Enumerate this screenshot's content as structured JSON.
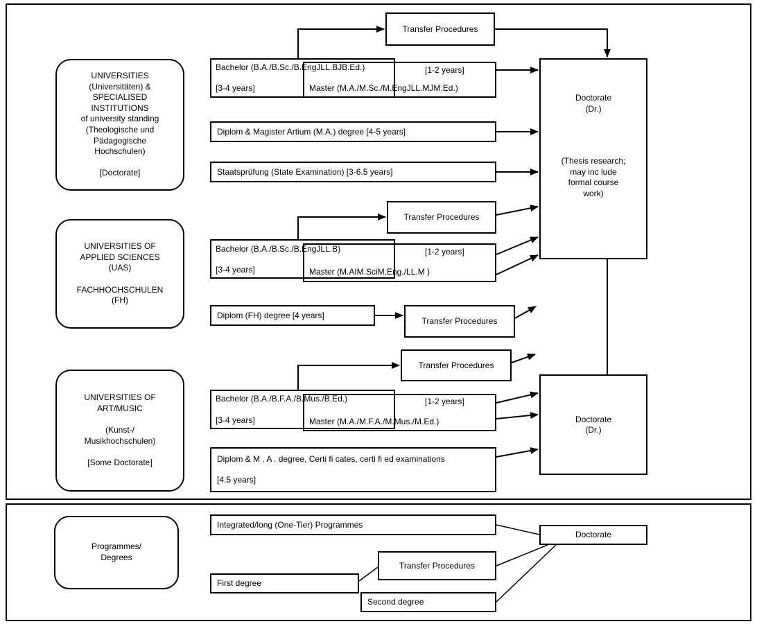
{
  "institutions": {
    "universities": "UNIVERSITIES\n(Universitäten) &\nSPECIALISED\nINSTITUTIONS\nof university standing\n(Theologische und\nPädagogische\nHochschulen)\n\n[Doctorate]",
    "uas": "UNIVERSITIES OF\nAPPLIED SCIENCES\n(UAS)\n\nFACHHOCHSCHULEN\n(FH)",
    "art_music": "UNIVERSITIES OF\nART/MUSIC\n\n(Kunst-/\nMusikhochschulen)\n\n[Some Doctorate]"
  },
  "universities_track": {
    "transfer": "Transfer Procedures",
    "bachelor": "Bachelor (B.A./B.Sc./B.EngJLL.BJB.Ed.)",
    "bachelor_years": "[3-4 years]",
    "master_years": "[1-2 years]",
    "master": "Master (M.A./M.Sc./M.EngJLL.MJM.Ed.)",
    "diplom_magister": "Diplom & Magister Artium (M.A.) degree [4-5 years]",
    "staatspruefung": "Staatsprüfung (State Examination) [3-6.5 years]"
  },
  "uas_track": {
    "transfer": "Transfer Procedures",
    "bachelor": "Bachelor (B.A./B.Sc./B.EngJLL.B)",
    "bachelor_years": "[3-4 years]",
    "master_years": "[1-2 years]",
    "master": "Master (M.AIM.SciM.Eng./LL.M )",
    "diplom_fh": "Diplom (FH) degree [4 years]",
    "transfer2": "Transfer Procedures"
  },
  "art_track": {
    "transfer": "Transfer Procedures",
    "bachelor": "Bachelor (B.A./B.F.A./B.Mus./B.Ed.)",
    "bachelor_years": "[3-4 years]",
    "master_years": "[1-2 years]",
    "master": "Master (M.A./M.F.A./M.Mus./M.Ed.)",
    "diplom_ma": "Diplom & M . A . degree, Certi fi cates, certi fi ed examinations",
    "diplom_ma_years": "[4.5 years]"
  },
  "doctorate_main": {
    "title": "Doctorate\n(Dr.)",
    "note": "(Thesis research;\nmay inc lude\nformal course\nwork)"
  },
  "doctorate_art": {
    "title": "Doctorate\n(Dr.)"
  },
  "legend": {
    "programmes": "Programmes/\nDegrees",
    "integrated": "Integrated/long (One-Tier) Programmes",
    "doctorate": "Doctorate",
    "transfer": "Transfer Procedures",
    "first_degree": "First degree",
    "second_degree": "Second degree"
  }
}
